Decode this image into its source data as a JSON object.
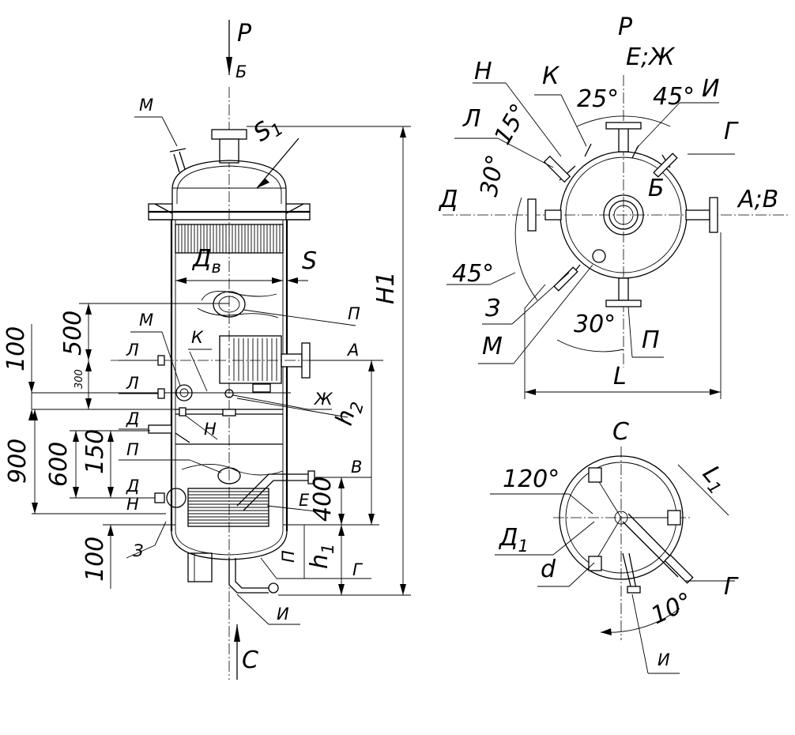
{
  "labels": {
    "P_top": "Р",
    "B_top": "Б",
    "M1": "М",
    "S1": "S",
    "S1_sub": "1",
    "Dv": "Д",
    "Dv_sub": "в",
    "S": "S",
    "H1": "Н1",
    "P_mid": "П",
    "M2": "М",
    "K": "К",
    "A": "А",
    "L1": "Л",
    "L2": "Л",
    "Zh": "Ж",
    "h2": "h",
    "h2_sub": "2",
    "N1": "Н",
    "D1": "Д",
    "P2": "П",
    "V": "В",
    "D2": "Д",
    "N2": "Н",
    "E": "Е",
    "Z": "З",
    "I": "И",
    "h1": "h",
    "h1_sub": "1",
    "P3": "П",
    "G": "Г",
    "C_bottom": "С"
  },
  "dims": {
    "d500": "500",
    "d100a": "100",
    "d300": "300",
    "d900": "900",
    "d600": "600",
    "d150": "150",
    "d400": "400",
    "d100b": "100"
  },
  "topview": {
    "title": "Р",
    "EZh": "Е;Ж",
    "H": "Н",
    "K": "К",
    "a25": "25°",
    "a45a": "45°",
    "I": "И",
    "L": "Л",
    "a15": "15°",
    "G": "Г",
    "a30a": "30°",
    "B": "Б",
    "D": "Д",
    "AV": "А;В",
    "a45b": "45°",
    "Z": "З",
    "M": "М",
    "a30b": "30°",
    "P": "П",
    "Lw": "L"
  },
  "bottomview": {
    "title": "С",
    "a120": "120°",
    "L1": "L",
    "L1_sub": "1",
    "D1": "Д",
    "D1_sub": "1",
    "d": "d",
    "G": "Г",
    "a10": "10°",
    "I": "И"
  }
}
